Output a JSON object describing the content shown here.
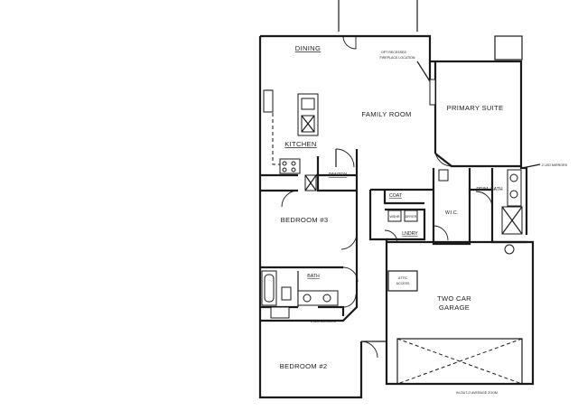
{
  "rooms": {
    "dining": "DINING",
    "family_room": "FAMILY ROOM",
    "primary_suite": "PRIMARY SUITE",
    "kitchen": "KITCHEN",
    "pantry": "PANTRY",
    "coat": "COAT",
    "prim_bath": "PRIM. BATH",
    "wic": "W.I.C.",
    "bedroom3": "BEDROOM #3",
    "lndry": "LNDRY",
    "bath": "BATH",
    "two_car": "TWO CAR",
    "garage": "GARAGE",
    "attic_line1": "ATTIC",
    "attic_line2": "ACCESS",
    "bedroom2": "BEDROOM #2"
  },
  "notes": {
    "fireplace_line1": "OPT RECESSED",
    "fireplace_line2": "FIREPLACE LOCATION",
    "bath_sinks": "2 LED MIRRORS",
    "prim_sinks": "2 LED MIRRORS",
    "washer": "WSHR",
    "dryer": "DRYER",
    "footer": "IN-OUT-O AVERAGE ZOOM"
  },
  "colors": {
    "line": "#1a1a1a",
    "background": "#ffffff"
  }
}
